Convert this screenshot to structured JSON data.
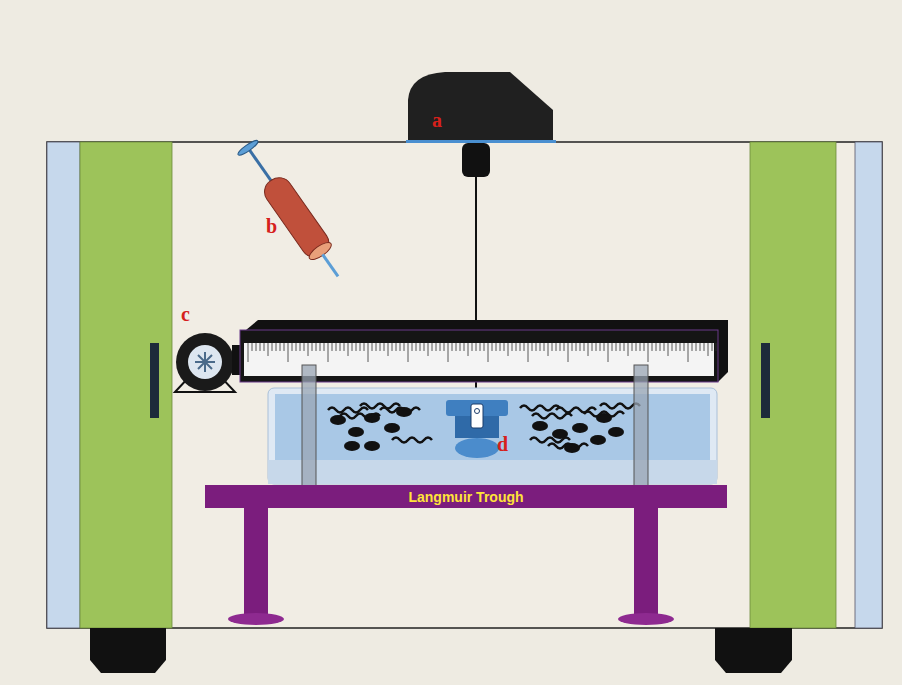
{
  "diagram": {
    "nodes": [
      {
        "text": [
          "Langmuir Trough"
        ]
      }
    ],
    "labels": [
      "a",
      "b",
      "c",
      "d"
    ]
  }
}
